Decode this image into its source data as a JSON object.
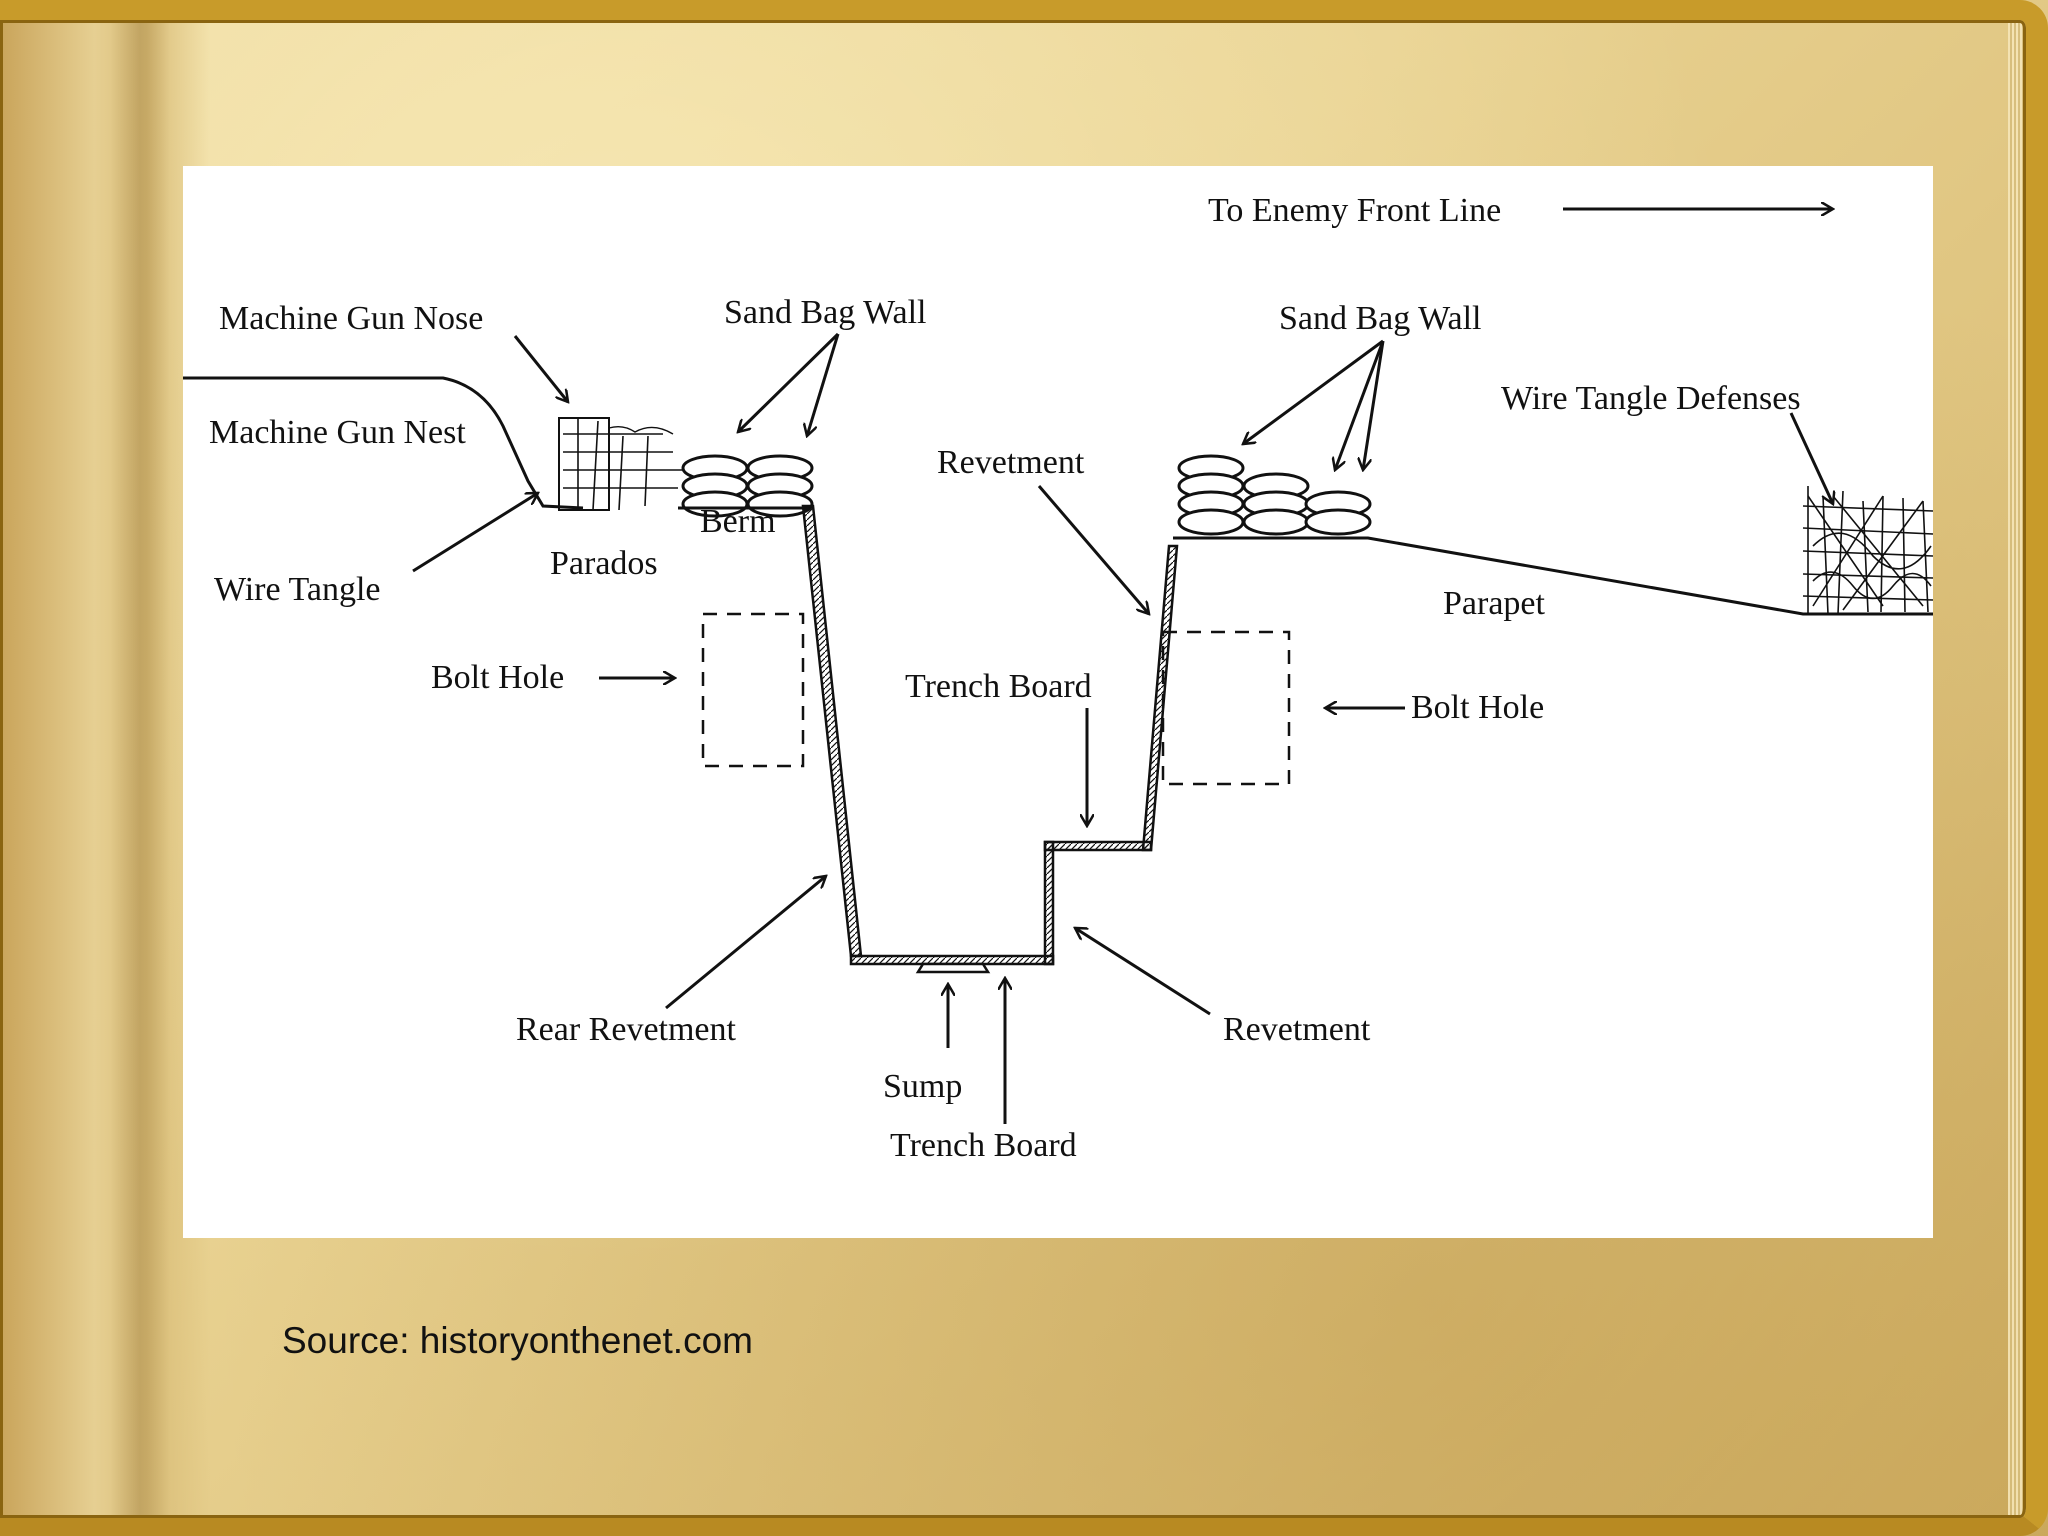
{
  "diagram": {
    "labels": {
      "to_enemy": "To Enemy Front Line",
      "machine_gun_nose": "Machine Gun Nose",
      "sand_bag_wall_left": "Sand Bag Wall",
      "sand_bag_wall_right": "Sand Bag Wall",
      "machine_gun_nest": "Machine Gun Nest",
      "wire_tangle_defenses": "Wire Tangle Defenses",
      "revetment_top": "Revetment",
      "berm": "Berm",
      "parados": "Parados",
      "wire_tangle": "Wire Tangle",
      "parapet": "Parapet",
      "bolt_hole_left": "Bolt Hole",
      "trench_board_mid": "Trench Board",
      "bolt_hole_right": "Bolt Hole",
      "rear_revetment": "Rear Revetment",
      "revetment_bottom": "Revetment",
      "sump": "Sump",
      "trench_board_bottom": "Trench Board"
    }
  },
  "source": "Source: historyonthenet.com",
  "colors": {
    "frame": "#c89b2a",
    "parchment": "#e8d190",
    "ink": "#111111"
  }
}
